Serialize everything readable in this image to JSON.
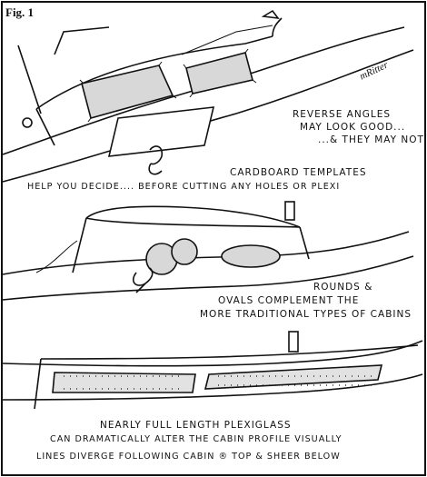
{
  "figure": {
    "label": "Fig. 1",
    "signature": "mRitter"
  },
  "panel1": {
    "caption_a": [
      "REVERSE ANGLES",
      "MAY LOOK GOOD...",
      "...& THEY MAY NOT"
    ],
    "caption_b": [
      "CARDBOARD TEMPLATES",
      "HELP YOU DECIDE.... BEFORE CUTTING ANY HOLES OR PLEXI"
    ]
  },
  "panel2": {
    "caption": [
      "ROUNDS &",
      "OVALS COMPLEMENT THE",
      "MORE TRADITIONAL TYPES OF CABINS"
    ]
  },
  "panel3": {
    "caption": [
      "NEARLY FULL LENGTH PLEXIGLASS",
      "CAN DRAMATICALLY ALTER THE CABIN PROFILE VISUALLY",
      "LINES DIVERGE FOLLOWING CABIN ® TOP & SHEER BELOW"
    ]
  }
}
